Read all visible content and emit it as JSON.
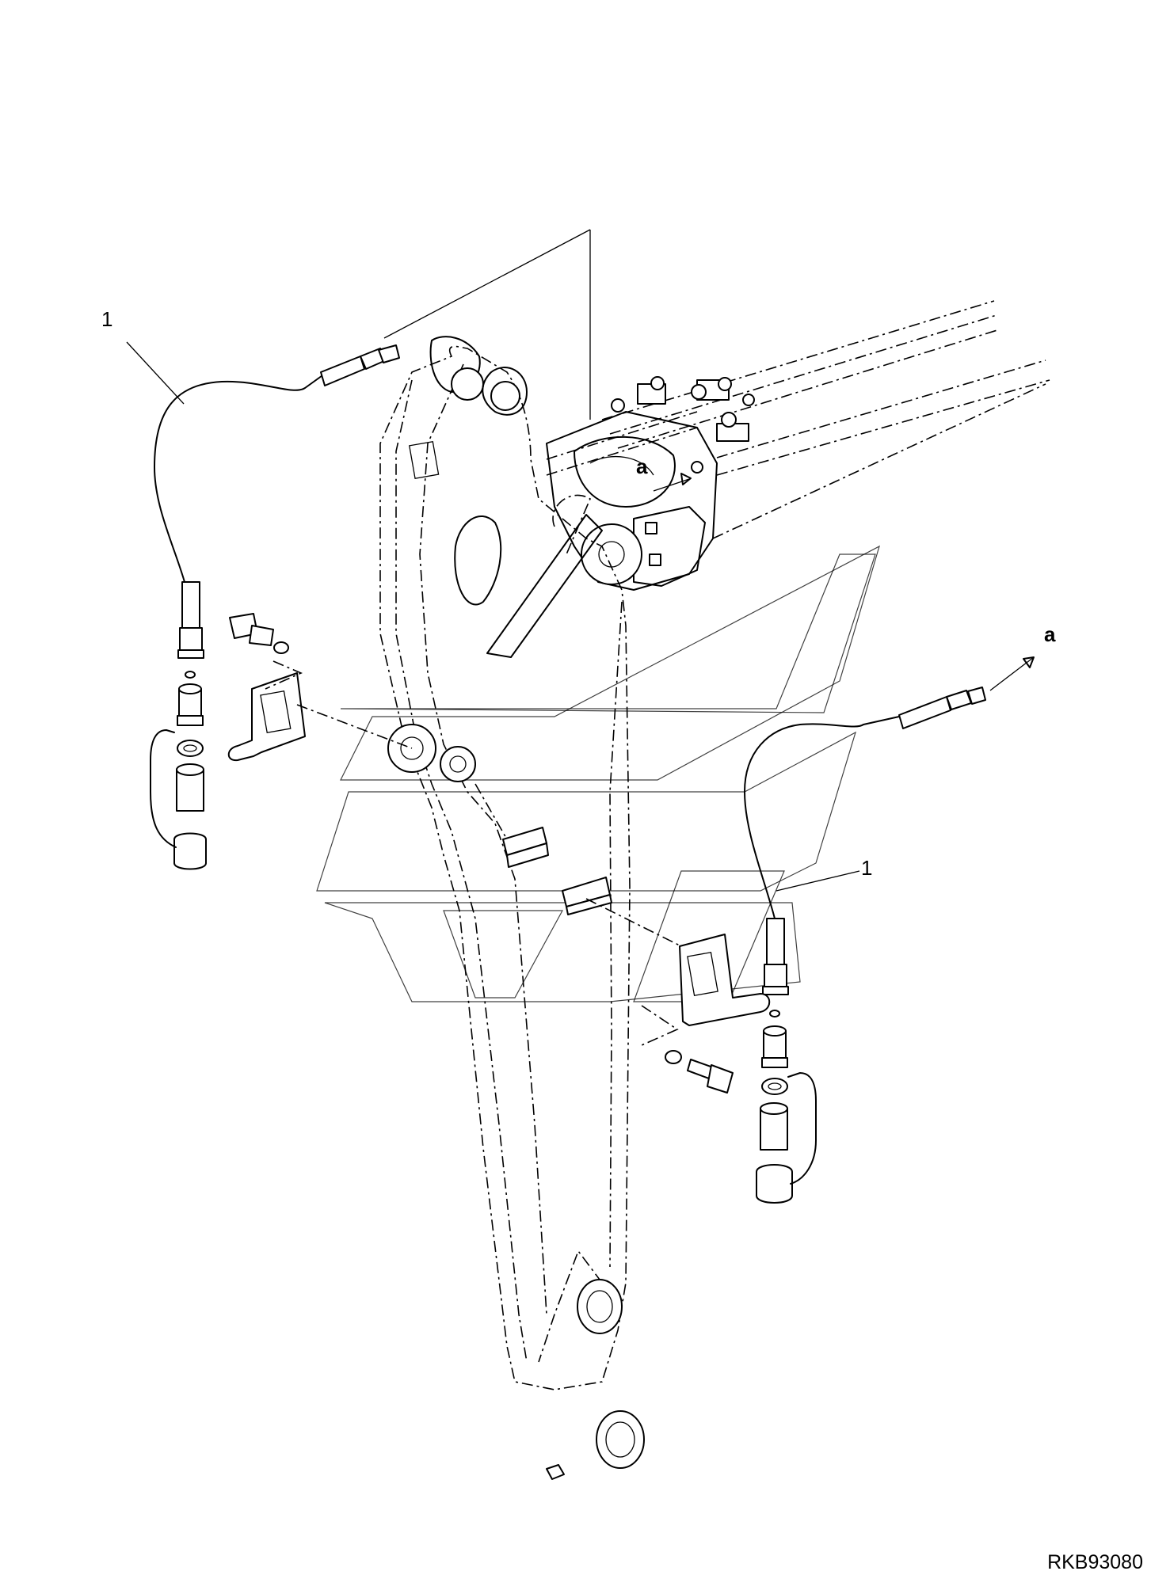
{
  "callouts": {
    "part_left": "1",
    "part_right": "1",
    "view_top": "a",
    "view_arrow": "a"
  },
  "drawing_code": "RKB93080",
  "colors": {
    "line": "#000000",
    "background": "#ffffff"
  }
}
